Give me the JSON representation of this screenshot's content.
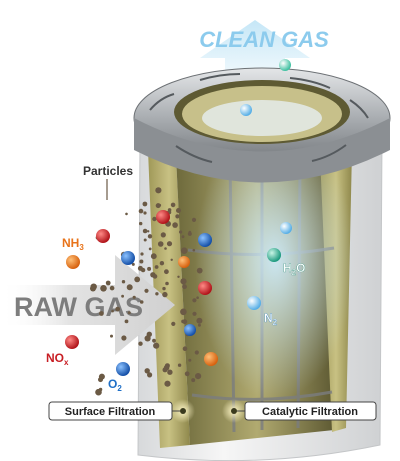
{
  "title_clean": "CLEAN GAS",
  "title_raw": "RAW GAS",
  "labels": {
    "particles": "Particles",
    "nh3": "NH",
    "nh3_sub": "3",
    "nox": "NO",
    "nox_sub": "x",
    "o2": "O",
    "o2_sub": "2",
    "h2o_a": "H",
    "h2o_sub": "2",
    "h2o_b": "O",
    "n2": "N",
    "n2_sub": "2"
  },
  "callouts": {
    "surface": "Surface Filtration",
    "catalytic": "Catalytic Filtration"
  },
  "colors": {
    "clean_gas": "#7fc7ec",
    "raw_gas": "#7a7a7a",
    "nh3_orange": "#e8731a",
    "nox_red": "#c81e24",
    "o2_blue": "#1f6fc7",
    "green_molecule": "#2bb89a",
    "catalyst_olive": "#b8b070",
    "frame_silver": "#a6a9ad"
  }
}
